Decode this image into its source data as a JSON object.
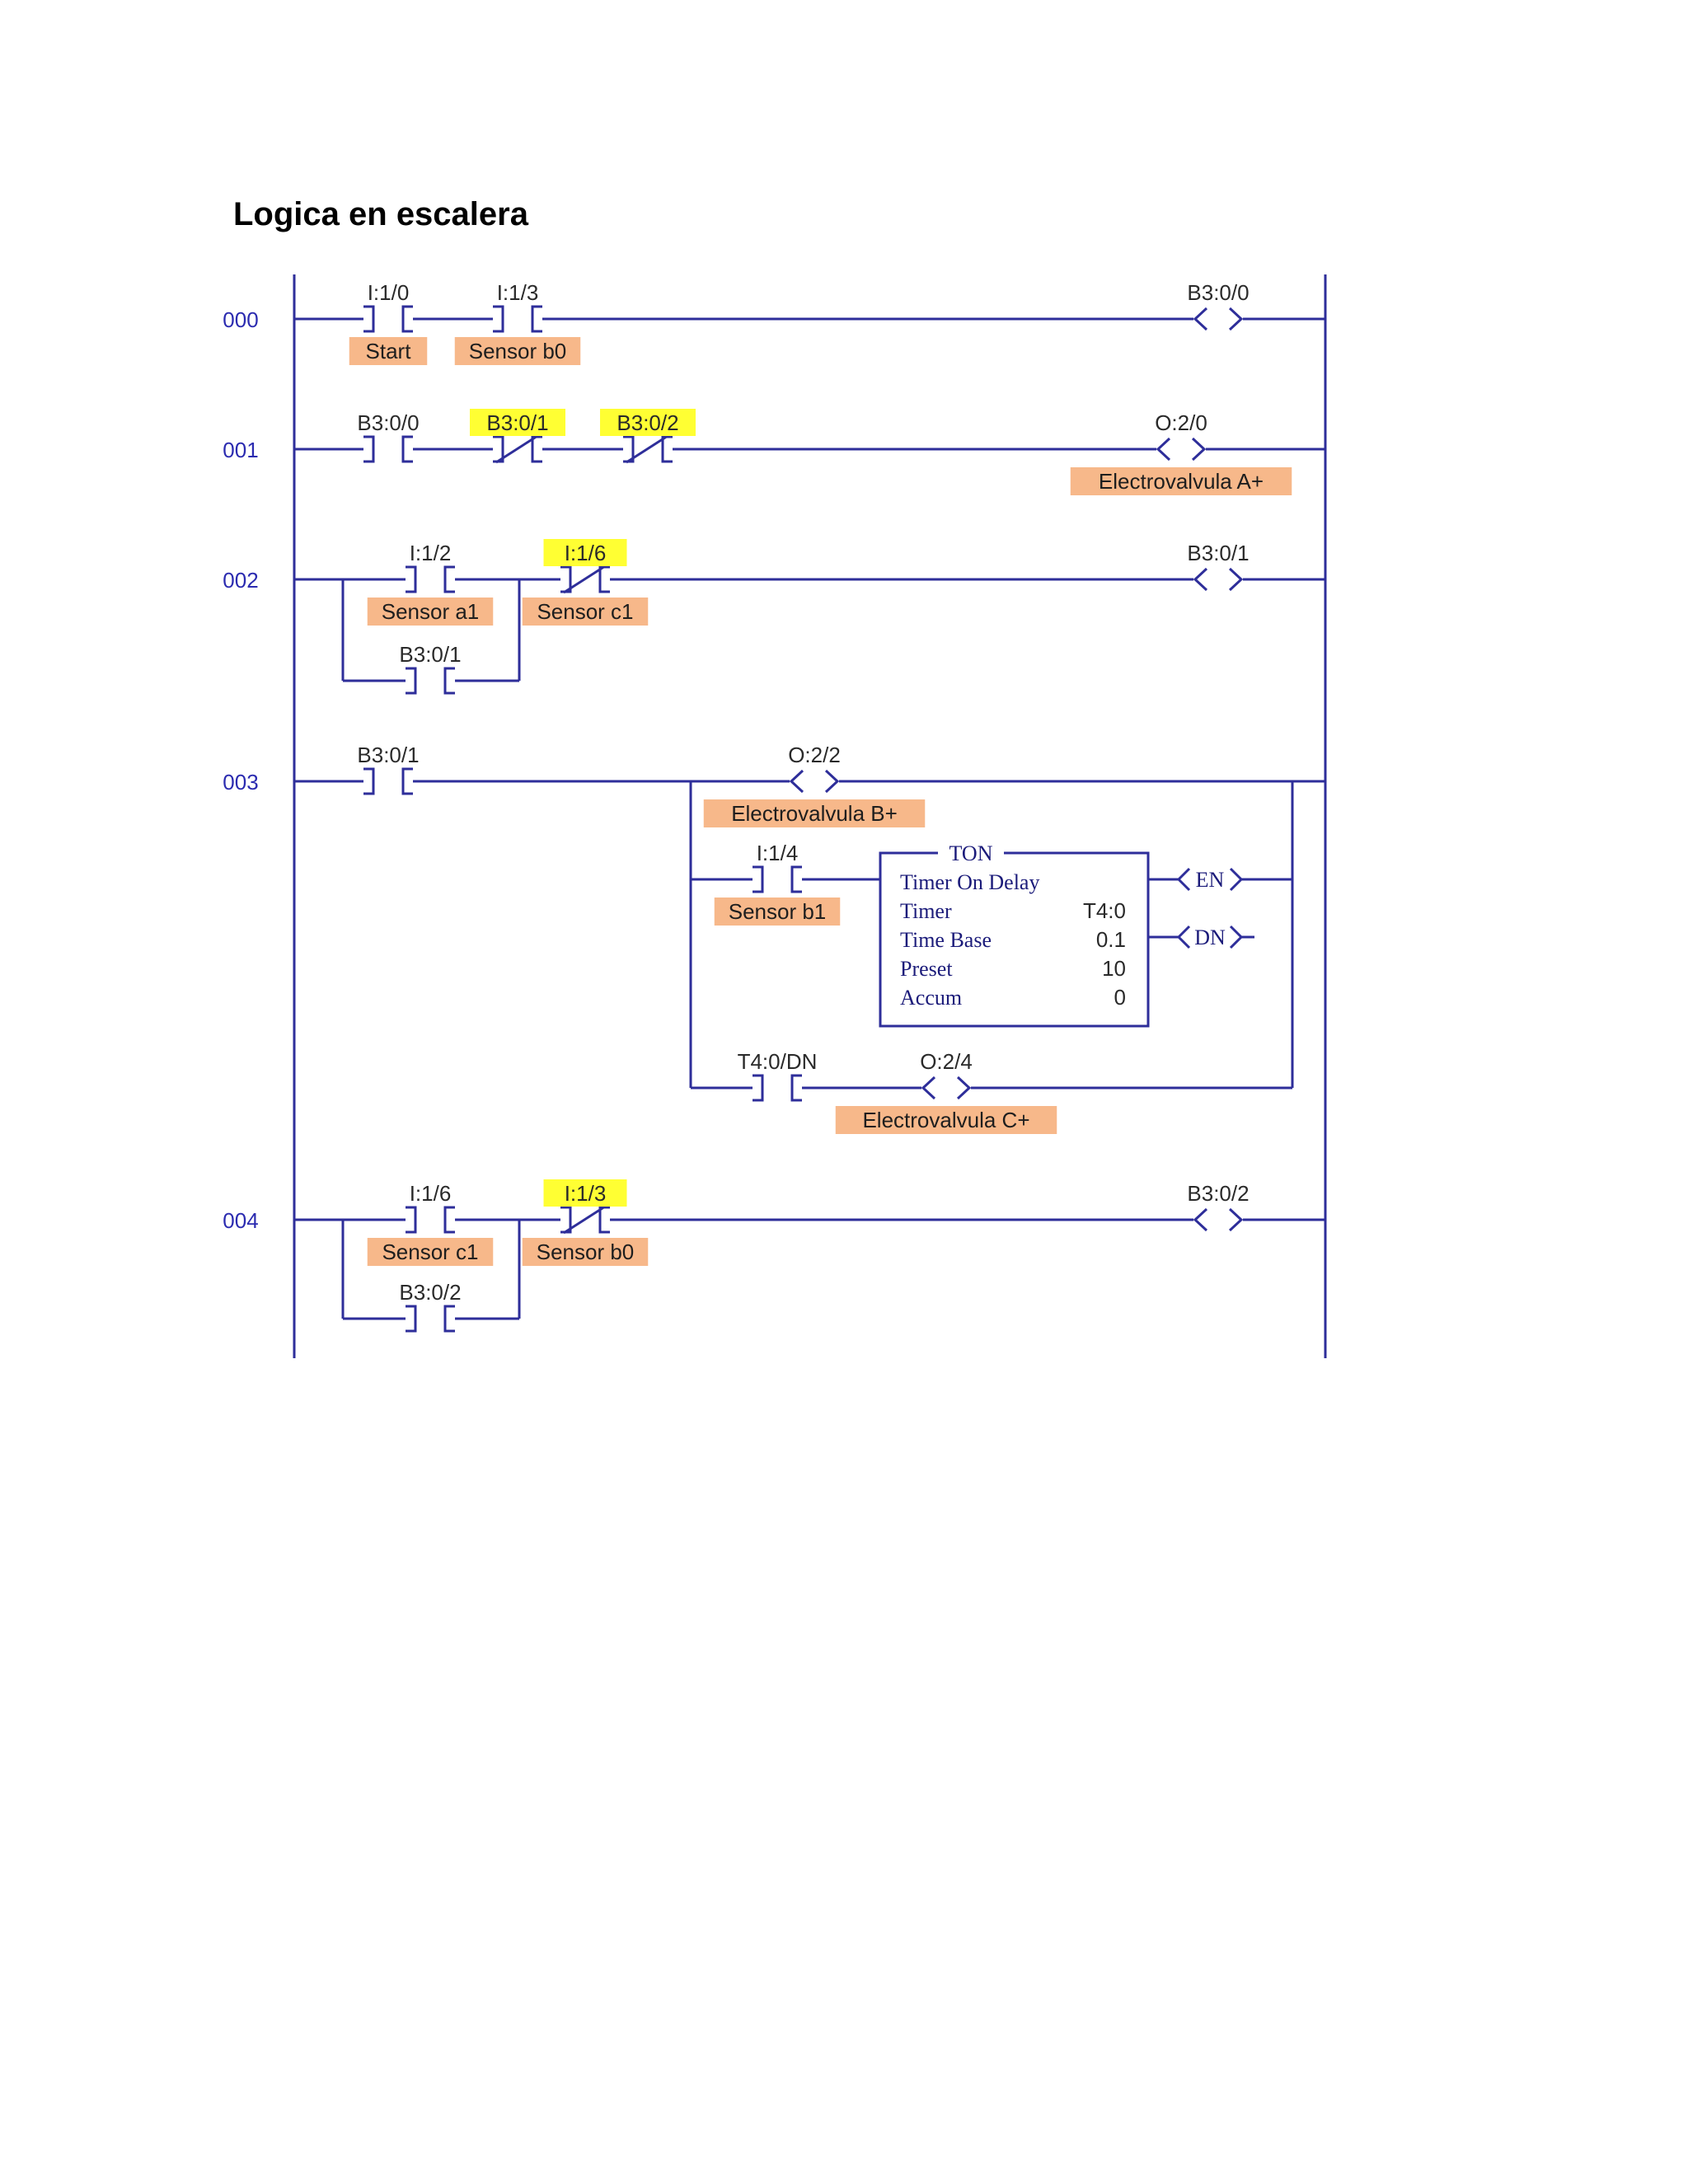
{
  "page": {
    "title": "Logica en escalera"
  },
  "colors": {
    "wire": "#2e2e9a",
    "rung_number": "#2b2bb0",
    "label_fill": "#f7b88a",
    "highlight_fill": "#ffff33"
  },
  "rungs": [
    {
      "number": "000",
      "elements": [
        {
          "type": "no",
          "tag": "I:1/0",
          "label": "Start",
          "highlight": false
        },
        {
          "type": "no",
          "tag": "I:1/3",
          "label": "Sensor b0",
          "highlight": false
        },
        {
          "type": "coil",
          "tag": "B3:0/0",
          "label": "",
          "highlight": false
        }
      ]
    },
    {
      "number": "001",
      "elements": [
        {
          "type": "no",
          "tag": "B3:0/0",
          "label": "",
          "highlight": false
        },
        {
          "type": "nc",
          "tag": "B3:0/1",
          "label": "",
          "highlight": true
        },
        {
          "type": "nc",
          "tag": "B3:0/2",
          "label": "",
          "highlight": true
        },
        {
          "type": "coil",
          "tag": "O:2/0",
          "label": "Electrovalvula A+",
          "highlight": false
        }
      ]
    },
    {
      "number": "002",
      "elements": [
        {
          "type": "no",
          "tag": "I:1/2",
          "label": "Sensor a1",
          "highlight": false
        },
        {
          "type": "no",
          "tag": "B3:0/1",
          "label": "",
          "highlight": false,
          "branch": true
        },
        {
          "type": "nc",
          "tag": "I:1/6",
          "label": "Sensor c1",
          "highlight": true
        },
        {
          "type": "coil",
          "tag": "B3:0/1",
          "label": "",
          "highlight": false
        }
      ]
    },
    {
      "number": "003",
      "elements": [
        {
          "type": "no",
          "tag": "B3:0/1",
          "label": "",
          "highlight": false
        },
        {
          "type": "coil",
          "tag": "O:2/2",
          "label": "Electrovalvula B+",
          "highlight": false
        },
        {
          "type": "no",
          "tag": "I:1/4",
          "label": "Sensor b1",
          "highlight": false
        },
        {
          "type": "no",
          "tag": "T4:0/DN",
          "label": "",
          "highlight": false
        },
        {
          "type": "coil",
          "tag": "O:2/4",
          "label": "Electrovalvula C+",
          "highlight": false
        }
      ],
      "timer": {
        "header": "TON",
        "name": "Timer On Delay",
        "rows": [
          {
            "key": "Timer",
            "value": "T4:0"
          },
          {
            "key": "Time Base",
            "value": "0.1"
          },
          {
            "key": "Preset",
            "value": "10"
          },
          {
            "key": "Accum",
            "value": "0"
          }
        ],
        "outputs": [
          "EN",
          "DN"
        ]
      }
    },
    {
      "number": "004",
      "elements": [
        {
          "type": "no",
          "tag": "I:1/6",
          "label": "Sensor c1",
          "highlight": false
        },
        {
          "type": "no",
          "tag": "B3:0/2",
          "label": "",
          "highlight": false,
          "branch": true
        },
        {
          "type": "nc",
          "tag": "I:1/3",
          "label": "Sensor b0",
          "highlight": true
        },
        {
          "type": "coil",
          "tag": "B3:0/2",
          "label": "",
          "highlight": false
        }
      ]
    }
  ]
}
